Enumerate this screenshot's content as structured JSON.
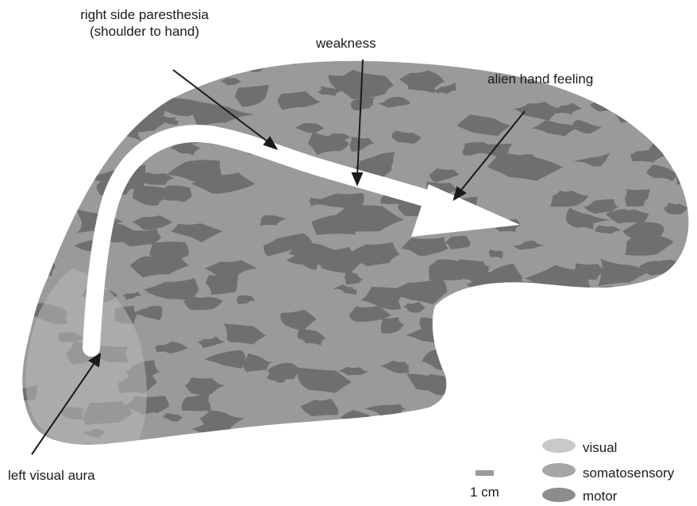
{
  "annotations": {
    "paresthesia_line1": "right side paresthesia",
    "paresthesia_line2": "(shoulder to hand)",
    "weakness": "weakness",
    "alien_hand": "alien hand feeling",
    "visual_aura": "left visual aura"
  },
  "legend": [
    {
      "label": "visual",
      "color": "#c9c9c9"
    },
    {
      "label": "somatosensory",
      "color": "#a6a6a6"
    },
    {
      "label": "motor",
      "color": "#8c8c8c"
    }
  ],
  "scalebar": {
    "label": "1 cm"
  },
  "colors": {
    "cortex_light": "#9a9a9a",
    "cortex_dark": "#6f6f6f",
    "visual_region": "#b9b9b9",
    "arrow": "#ffffff"
  }
}
